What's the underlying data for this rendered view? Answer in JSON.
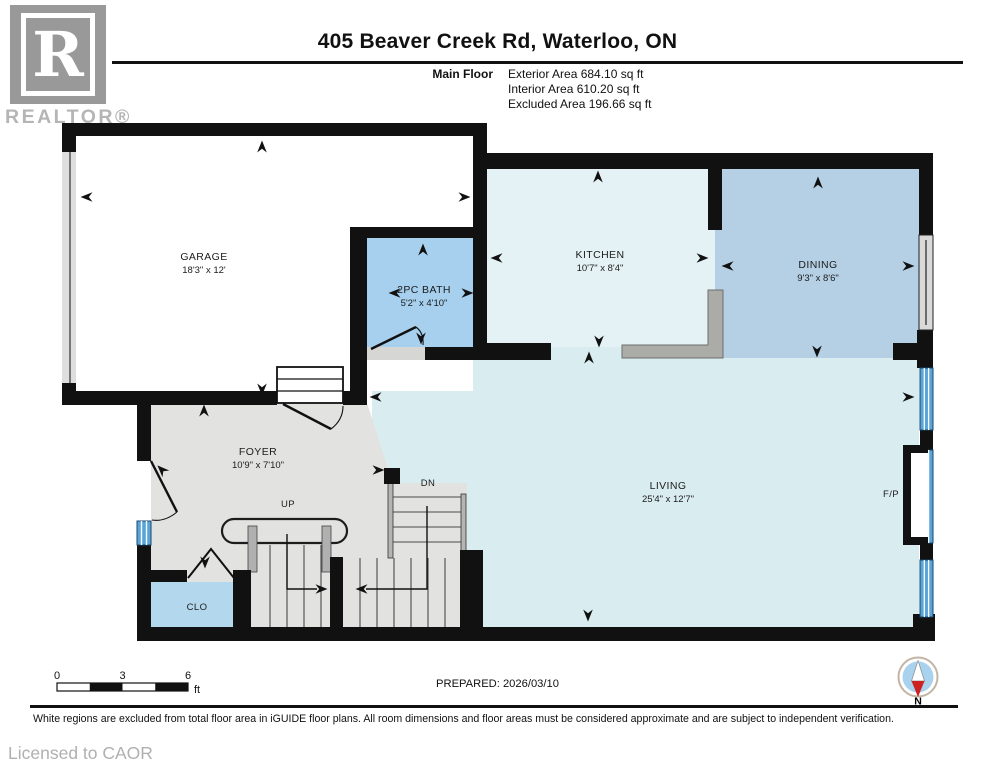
{
  "header": {
    "logo": {
      "letter": "R",
      "brand": "REALTOR®"
    },
    "title": "405 Beaver Creek Rd, Waterloo, ON",
    "floor_label": "Main Floor",
    "areas": [
      "Exterior Area 684.10 sq ft",
      "Interior Area 610.20 sq ft",
      "Excluded Area 196.66 sq ft"
    ]
  },
  "plan": {
    "rooms": {
      "garage": {
        "name": "GARAGE",
        "dims": "18'3\" x 12'"
      },
      "bath": {
        "name": "2PC BATH",
        "dims": "5'2\" x 4'10\""
      },
      "kitchen": {
        "name": "KITCHEN",
        "dims": "10'7\" x 8'4\""
      },
      "dining": {
        "name": "DINING",
        "dims": "9'3\" x 8'6\""
      },
      "living": {
        "name": "LIVING",
        "dims": "25'4\" x 12'7\""
      },
      "foyer": {
        "name": "FOYER",
        "dims": "10'9\" x 7'10\""
      }
    },
    "labels": {
      "up": "UP",
      "dn": "DN",
      "closet": "CLO",
      "fireplace": "F/P"
    }
  },
  "scale_bar": {
    "ticks": [
      "0",
      "3",
      "6"
    ],
    "unit": "ft"
  },
  "prepared": "PREPARED: 2026/03/10",
  "compass": {
    "label": "N"
  },
  "footer": {
    "disclaimer": "White regions are excluded from total floor area in iGUIDE floor plans. All room dimensions and floor areas must be considered approximate and are subject to independent verification.",
    "license": "Licensed to CAOR"
  },
  "colors": {
    "wall": "#111111",
    "garage_fill": "#ffffff",
    "kitchen_fill": "#e4f2f5",
    "living_fill": "#d9ecef",
    "dining_fill": "#b5cfe4",
    "bath_fill": "#a6d0ed",
    "closet_fill": "#b3d7ec",
    "foyer_fill": "#e2e2e1",
    "window_blue": "#58a5d8",
    "counter_gray": "#ababa8",
    "compass_needle_red": "#cc2222"
  }
}
